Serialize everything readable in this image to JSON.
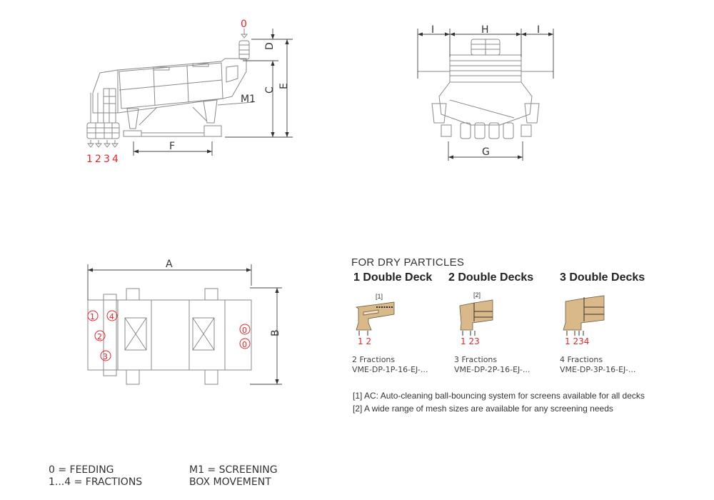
{
  "side_view": {
    "feed_label": "0",
    "dims": {
      "C": "C",
      "D": "D",
      "E": "E",
      "F": "F"
    },
    "motor_label": "M1",
    "fractions": [
      "1",
      "2",
      "3",
      "4"
    ]
  },
  "front_view": {
    "dims": {
      "H": "H",
      "I_left": "I",
      "I_right": "I",
      "G": "G"
    }
  },
  "top_view": {
    "dims": {
      "A": "A",
      "B": "B"
    },
    "outlets": [
      "1",
      "4",
      "2",
      "3"
    ],
    "inlets": [
      "0",
      "0"
    ]
  },
  "options": {
    "title": "FOR DRY PARTICLES",
    "configs": [
      {
        "heading": "1 Double Deck",
        "note_tag": "[1]",
        "outputs": "1 2",
        "fractions": "2 Fractions",
        "code": "VME-DP-1P-16-EJ-..."
      },
      {
        "heading": "2 Double Decks",
        "note_tag": "[2]",
        "outputs": "1 23",
        "fractions": "3 Fractions",
        "code": "VME-DP-2P-16-EJ-..."
      },
      {
        "heading": "3 Double Decks",
        "note_tag": "",
        "outputs": "1 234",
        "fractions": "4 Fractions",
        "code": "VME-DP-3P-16-EJ-..."
      }
    ],
    "notes": [
      "[1] AC: Auto-cleaning ball-bouncing system for screens available for all decks",
      "[2] A wide range of mesh sizes are available for any screening needs"
    ]
  },
  "legend": {
    "feeding": "0 = FEEDING",
    "fractions": "1...4 = FRACTIONS",
    "m1_line1": "M1 = SCREENING",
    "m1_line2": "BOX MOVEMENT"
  },
  "colors": {
    "accent": "#e8242a",
    "line": "#8a8a8a"
  }
}
